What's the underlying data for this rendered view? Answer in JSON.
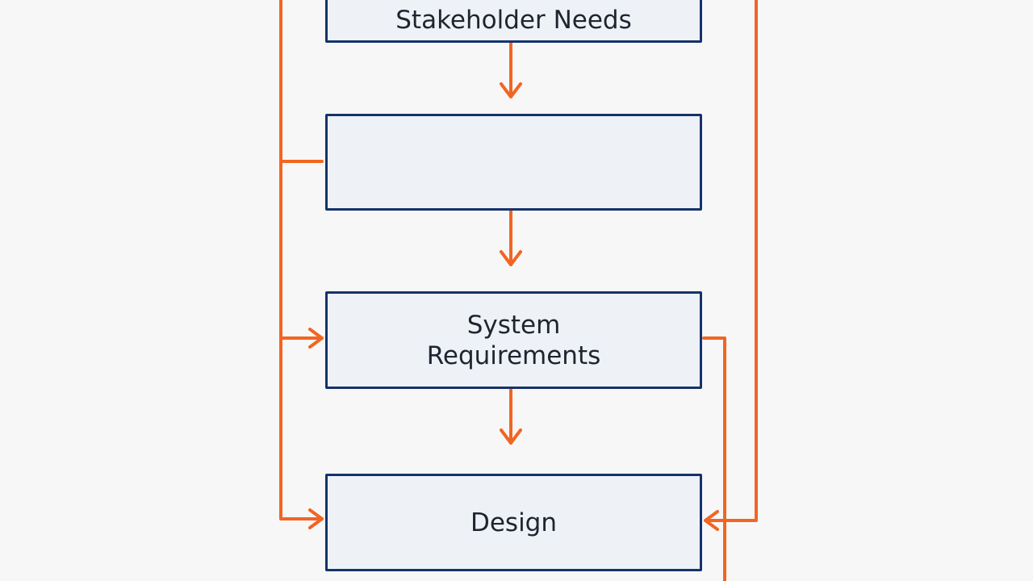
{
  "diagram": {
    "boxes": [
      {
        "label": "Stakeholder Needs"
      },
      {
        "label": ""
      },
      {
        "label": "System\nRequirements"
      },
      {
        "label": "Design"
      }
    ],
    "colors": {
      "box_border": "#15336b",
      "box_fill": "#eef2f6",
      "arrow": "#f26522",
      "text": "#1e2530"
    }
  }
}
